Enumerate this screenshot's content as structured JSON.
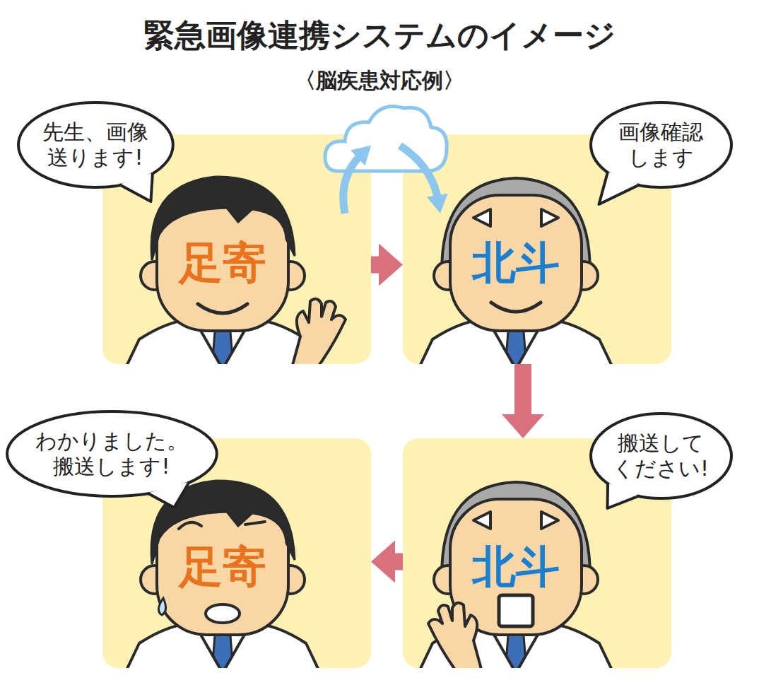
{
  "diagram": {
    "title": "緊急画像連携システムのイメージ",
    "nodes": [
      {
        "text": [
          "先生、画像 送ります!"
        ]
      },
      {
        "text": [
          "足寄"
        ]
      },
      {
        "text": [
          "画像確認 します"
        ]
      },
      {
        "text": [
          "北斗"
        ]
      },
      {
        "text": [
          "わかりました。 搬送します!"
        ]
      },
      {
        "text": [
          "足寄"
        ]
      },
      {
        "text": [
          "搬送して ください!"
        ]
      },
      {
        "text": [
          "北斗"
        ]
      }
    ],
    "edges": [
      {
        "from": 1,
        "to": 3,
        "arrow": "to"
      },
      {
        "from": 3,
        "to": 7,
        "arrow": "to"
      },
      {
        "from": 7,
        "to": 5,
        "arrow": "to"
      }
    ],
    "labels": [
      "〈脳疾患対応例〉"
    ]
  }
}
